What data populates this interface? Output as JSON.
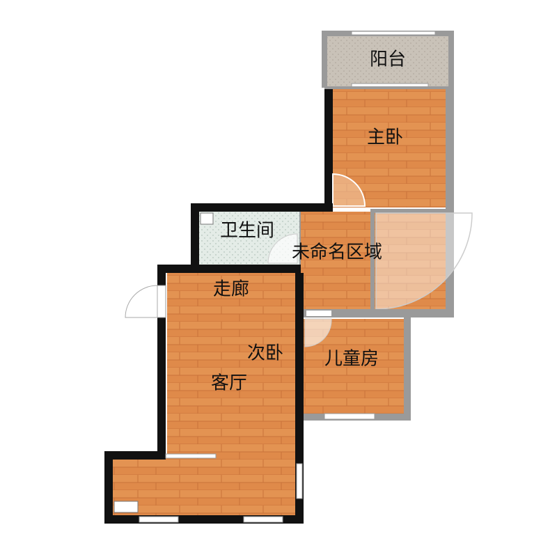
{
  "rooms": {
    "balcony": "阳台",
    "master_bedroom": "主卧",
    "bathroom": "卫生间",
    "unnamed_area": "未命名区域",
    "corridor": "走廊",
    "second_bedroom": "次卧",
    "kids_room": "儿童房",
    "living_room": "客厅"
  },
  "colors": {
    "floor_wood": "#df8a4a",
    "wood_grain": "#c9733a",
    "balcony_tile": "#c9c2b8",
    "bathroom_tile": "#dfe7e2",
    "wall_dark": "#111111",
    "wall_gray": "#9a9a9a",
    "window": "#ffffff"
  }
}
